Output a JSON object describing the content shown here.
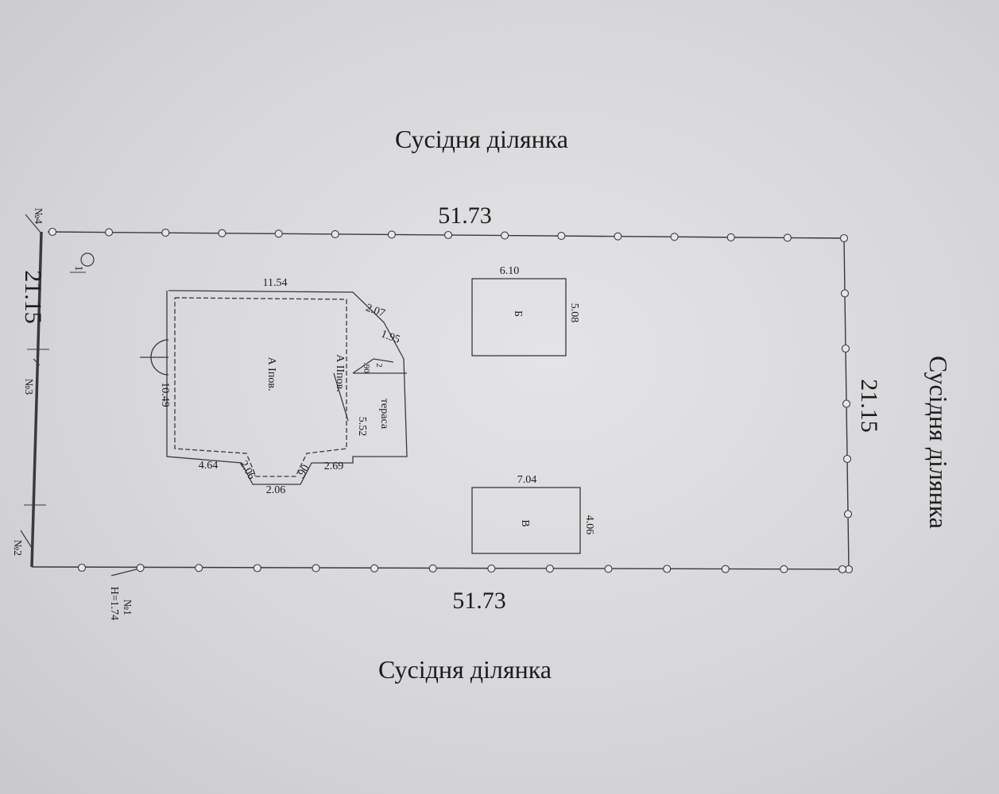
{
  "neighbors": {
    "top": "Сусідня ділянка",
    "right": "Сусідня ділянка",
    "bottom": "Сусідня ділянка"
  },
  "plot": {
    "top_length": "51.73",
    "bottom_length": "51.73",
    "left_width": "21.15",
    "right_width": "21.15"
  },
  "points": {
    "p4": "№4",
    "p3": "№3",
    "p2": "№2",
    "p1": "№1",
    "p1_height": "H=1.74",
    "well": "1"
  },
  "building_a": {
    "label_floor1": "А Iпов.",
    "label_floor2": "А IIпов.",
    "terrace": "тераса",
    "dims": {
      "top": "11.54",
      "left": "10.49",
      "bottom_left": "4.64",
      "bay_left": "2.06",
      "bay_bottom": "2.06",
      "bay_right": ".90",
      "bottom_right": "2.69",
      "chamfer": "2.07",
      "chamfer2": "1.95",
      "inner_small": ".90",
      "inner_two": "2",
      "wall_right": "5.52"
    }
  },
  "building_b": {
    "label": "Б",
    "width": "6.10",
    "height": "5.08"
  },
  "building_v": {
    "label": "В",
    "width": "7.04",
    "height": "4.06"
  }
}
